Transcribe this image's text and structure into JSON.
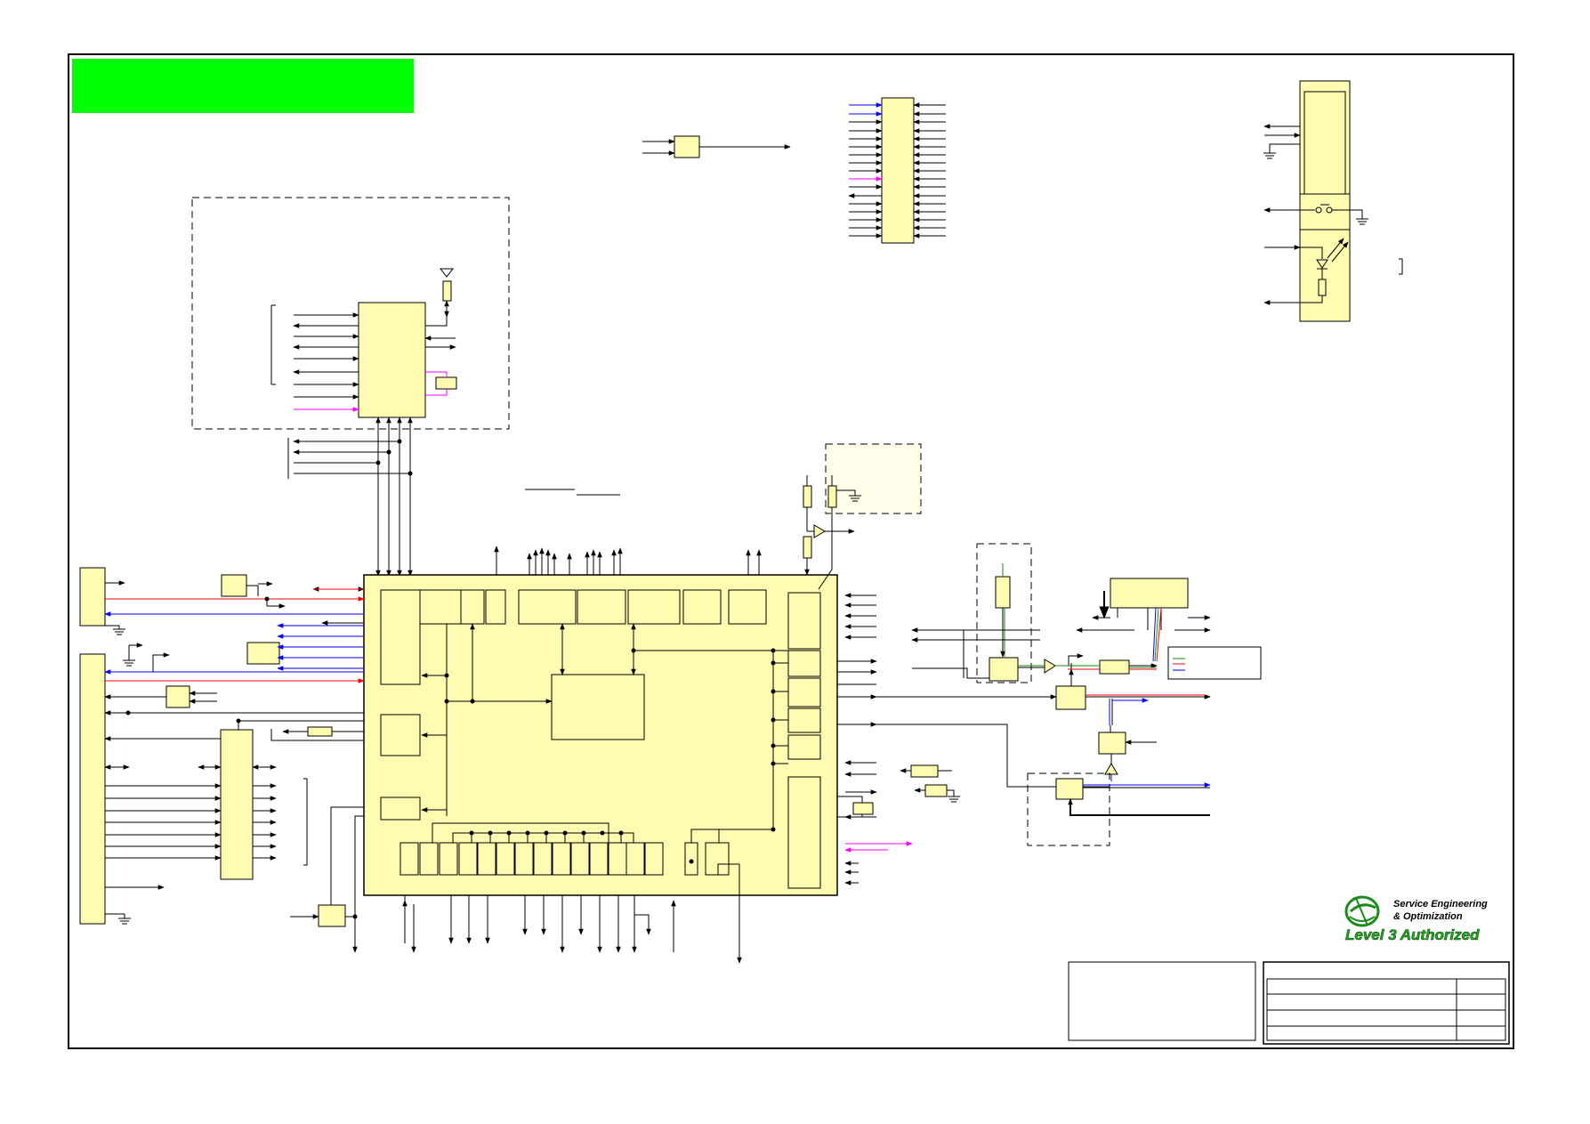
{
  "logo": {
    "line1": "Service Engineering",
    "line2": "& Optimization",
    "level": "Level 3 Authorized"
  },
  "colors": {
    "block_fill": "#fffbb0",
    "header_green": "#00ff00",
    "wire": "#000000",
    "bus_red": "#ff0000",
    "bus_blue": "#0000ff",
    "bus_magenta": "#ff00ff",
    "logo_green": "#1a8a1a",
    "level_green": "#22aa22"
  }
}
